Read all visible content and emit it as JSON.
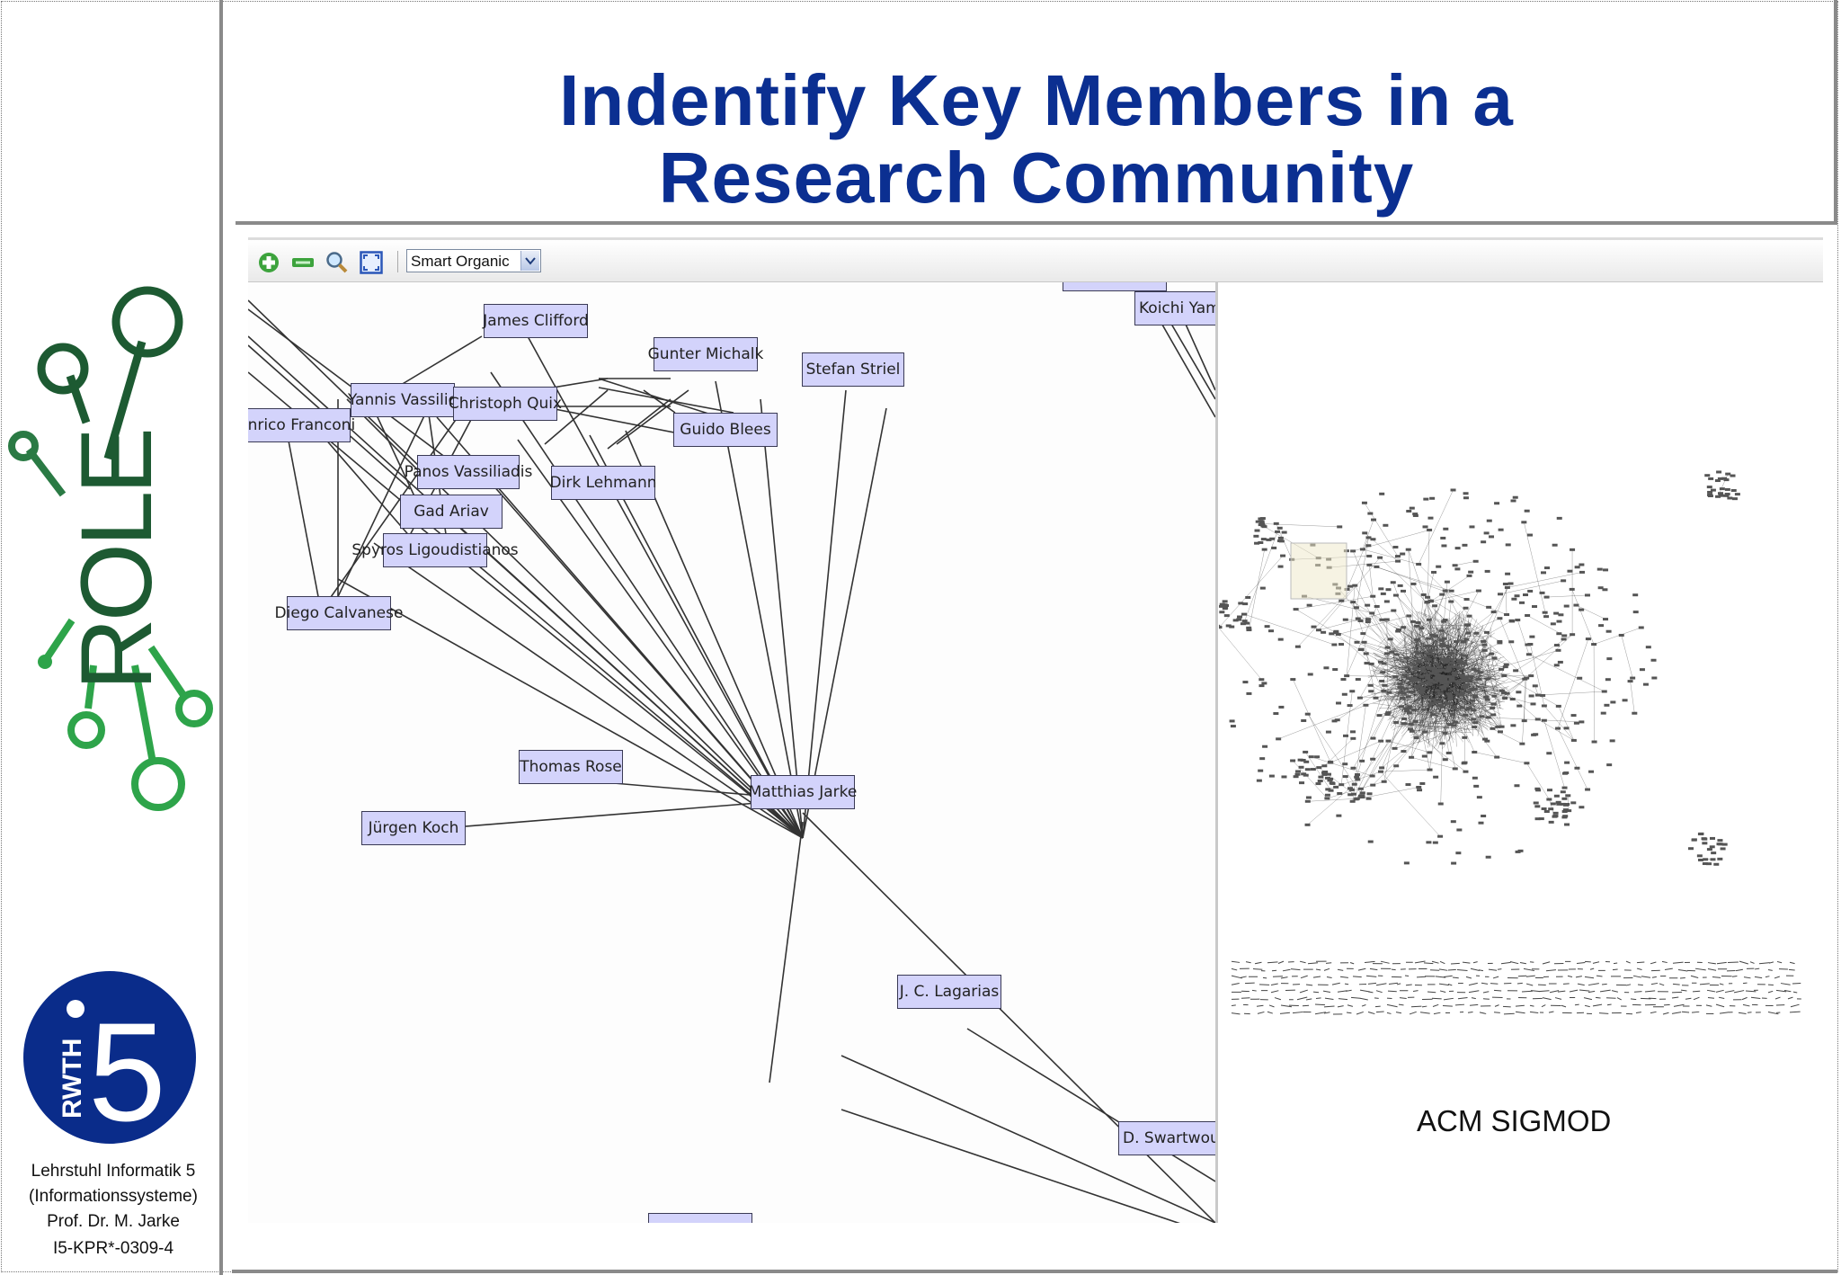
{
  "slide": {
    "title_line1": "Indentify Key Members in a",
    "title_line2": "Research Community"
  },
  "branding": {
    "role_logo_text": "ROLE",
    "rwth_logo_text": "RWTH",
    "rwth_logo_number": "5",
    "colors": {
      "title": "#0b2f91",
      "logo_blue": "#0a2c8a",
      "logo_dark_green": "#1d5a32",
      "logo_green": "#2ea44a"
    }
  },
  "footer": {
    "line1": "Lehrstuhl Informatik 5",
    "line2": "(Informationssysteme)",
    "line3": "Prof. Dr. M. Jarke",
    "line4": "I5-KPR*-0309-4"
  },
  "toolbar": {
    "zoom_in_icon": "plus-icon",
    "zoom_out_icon": "minus-icon",
    "search_icon": "magnifier-icon",
    "fit_icon": "fit-screen-icon",
    "layout_selected": "Smart Organic"
  },
  "graph": {
    "nodes": [
      {
        "id": "clifford",
        "label": "James Clifford"
      },
      {
        "id": "michalk",
        "label": "Gunter Michalk"
      },
      {
        "id": "striel",
        "label": "Stefan Striel"
      },
      {
        "id": "vassilio",
        "label": "Yannis Vassilio"
      },
      {
        "id": "quix",
        "label": "Christoph Quix"
      },
      {
        "id": "franconi",
        "label": "Enrico Franconi"
      },
      {
        "id": "blees",
        "label": "Guido Blees"
      },
      {
        "id": "vassiliadis",
        "label": "Panos Vassiliadis"
      },
      {
        "id": "lehmann",
        "label": "Dirk Lehmann"
      },
      {
        "id": "ariav",
        "label": "Gad Ariav"
      },
      {
        "id": "ligoudistianos",
        "label": "Spyros Ligoudistianos"
      },
      {
        "id": "calvanese",
        "label": "Diego Calvanese"
      },
      {
        "id": "rose",
        "label": "Thomas Rose"
      },
      {
        "id": "jarke",
        "label": "Matthias Jarke"
      },
      {
        "id": "koch",
        "label": "Jürgen Koch"
      },
      {
        "id": "lagarias",
        "label": "J. C. Lagarias"
      },
      {
        "id": "swartwout",
        "label": "D. Swartwou"
      },
      {
        "id": "yama",
        "label": "Koichi Yama"
      }
    ]
  },
  "overview": {
    "caption": "ACM SIGMOD"
  }
}
